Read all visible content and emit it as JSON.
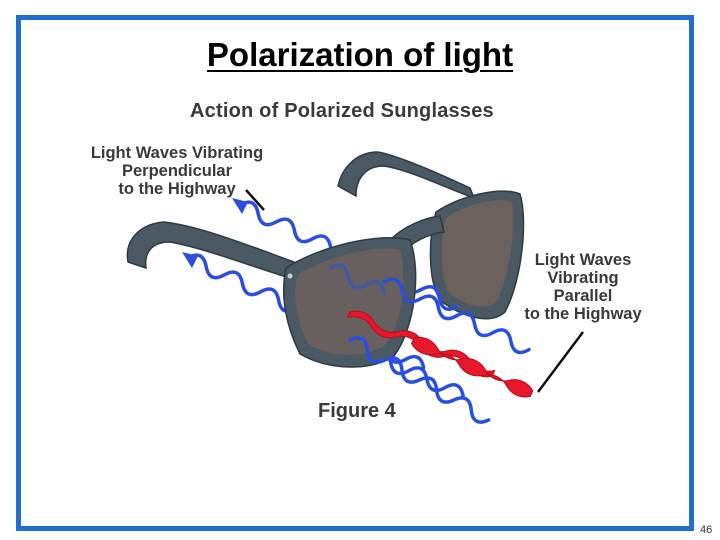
{
  "slide": {
    "title": "Polarization of light",
    "page_number": "46"
  },
  "figure": {
    "heading": "Action of Polarized Sunglasses",
    "caption": "Figure 4",
    "label_perpendicular": [
      "Light Waves Vibrating",
      "Perpendicular",
      "to the Highway"
    ],
    "label_parallel": [
      "Light Waves",
      "Vibrating",
      "Parallel",
      "to the Highway"
    ]
  },
  "colors": {
    "frame_border": "#1f6fd1",
    "vertical_waves": "#2a4fe0",
    "horizontal_waves": "#e8172a",
    "glasses_frame": "#4b5962",
    "lens_tint": "#6b625e"
  }
}
